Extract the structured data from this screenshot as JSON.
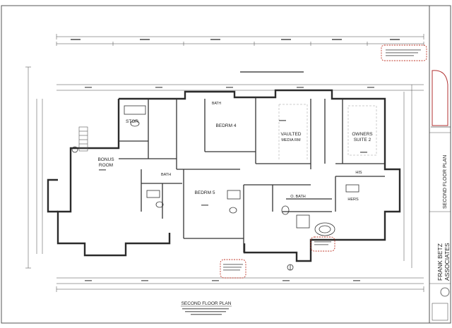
{
  "rooms": {
    "stor": "STOR",
    "bonus_room": [
      "BONUS",
      "ROOM"
    ],
    "bath_upper": "BATH",
    "bedrm4": "BEDRM 4",
    "vaulted_media": [
      "VAULTED",
      "MEDIA RM"
    ],
    "owners_suite": [
      "OWNERS",
      "SUITE 2"
    ],
    "his": "HIS",
    "hers": "HERS",
    "bath_lower": "BATH",
    "bedrm5": "BEDRM 5",
    "o_bath": "O. BATH"
  },
  "drawing": {
    "title": "SECOND FLOOR PLAN"
  },
  "title_block": {
    "sheet_title": "SECOND FLOOR PLAN",
    "firm": [
      "FRANK BETZ",
      "ASSOCIATES"
    ]
  },
  "colors": {
    "ink": "#2b2b2b",
    "note_cloud": "#c0392b",
    "logo_red": "#b03030"
  }
}
